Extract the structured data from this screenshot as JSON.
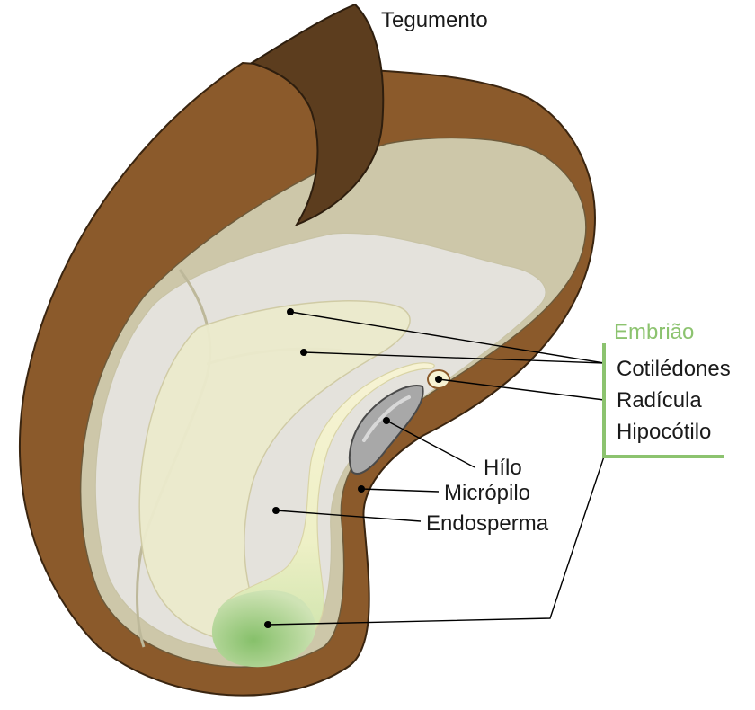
{
  "labels": {
    "tegumento": "Tegumento",
    "embriao": "Embrião",
    "cotiledones": "Cotilédones",
    "radicula": "Radícula",
    "hipocotilo": "Hipocótilo",
    "hilo": "Hílo",
    "micropilo": "Micrópilo",
    "endosperma": "Endosperma"
  },
  "colors": {
    "seed_coat": "#8b5a2b",
    "seed_coat_flap": "#5c3d1e",
    "endosperm_outer": "#cdc7a9",
    "endosperm_inner": "#e4e2dc",
    "cotyledon": "#ecebcd",
    "hypocotyl": "#f3f0c8",
    "radicle": "#8cc36f",
    "hilum": "#a8a8a8",
    "embryo_bracket": "#8cc36f"
  }
}
